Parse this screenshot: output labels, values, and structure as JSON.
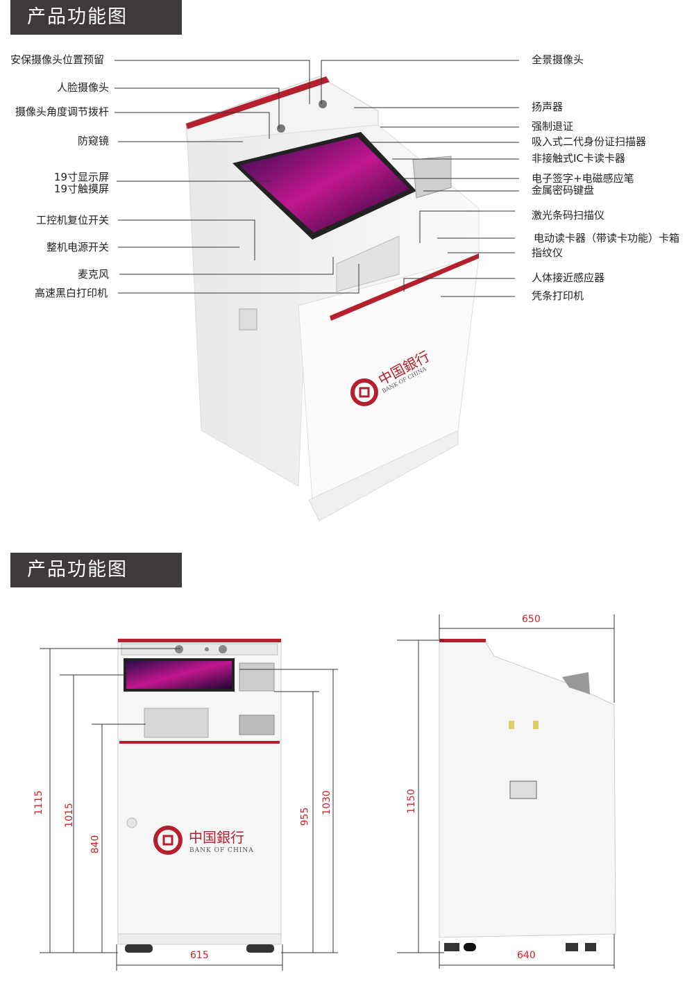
{
  "headers": [
    "产品功能图",
    "产品功能图"
  ],
  "left_labels": [
    "安保摄像头位置预留",
    "人脸摄像头",
    "摄像头角度调节拨杆",
    "防窥镜",
    "19寸显示屏\n19寸触摸屏",
    "工控机复位开关",
    "整机电源开关",
    "麦克风",
    "高速黑白打印机"
  ],
  "right_labels": [
    "全景摄像头",
    "扬声器",
    "强制退证",
    "吸入式二代身份证扫描器",
    "非接触式IC卡读卡器",
    "电子签字+电磁感应笔",
    "金属密码键盘",
    "激光条码扫描仪",
    "电动读卡器（带读卡功能）卡箱",
    "指纹仪",
    "人体接近感应器",
    "凭条打印机"
  ],
  "brand": {
    "cn": "中国銀行",
    "en": "BANK OF CHINA",
    "color": "#b5202e"
  },
  "dimensions": {
    "front_view": {
      "height_total": "1115",
      "height_screen": "1015",
      "height_panel": "840",
      "height_right_1": "955",
      "height_right_2": "1030",
      "width": "615"
    },
    "side_view": {
      "height": "1150",
      "depth_top": "650",
      "depth_bottom": "640"
    }
  },
  "colors": {
    "header_bg": "#3e3a39",
    "dimension": "#d0202a",
    "accent_red": "#b5202e"
  }
}
